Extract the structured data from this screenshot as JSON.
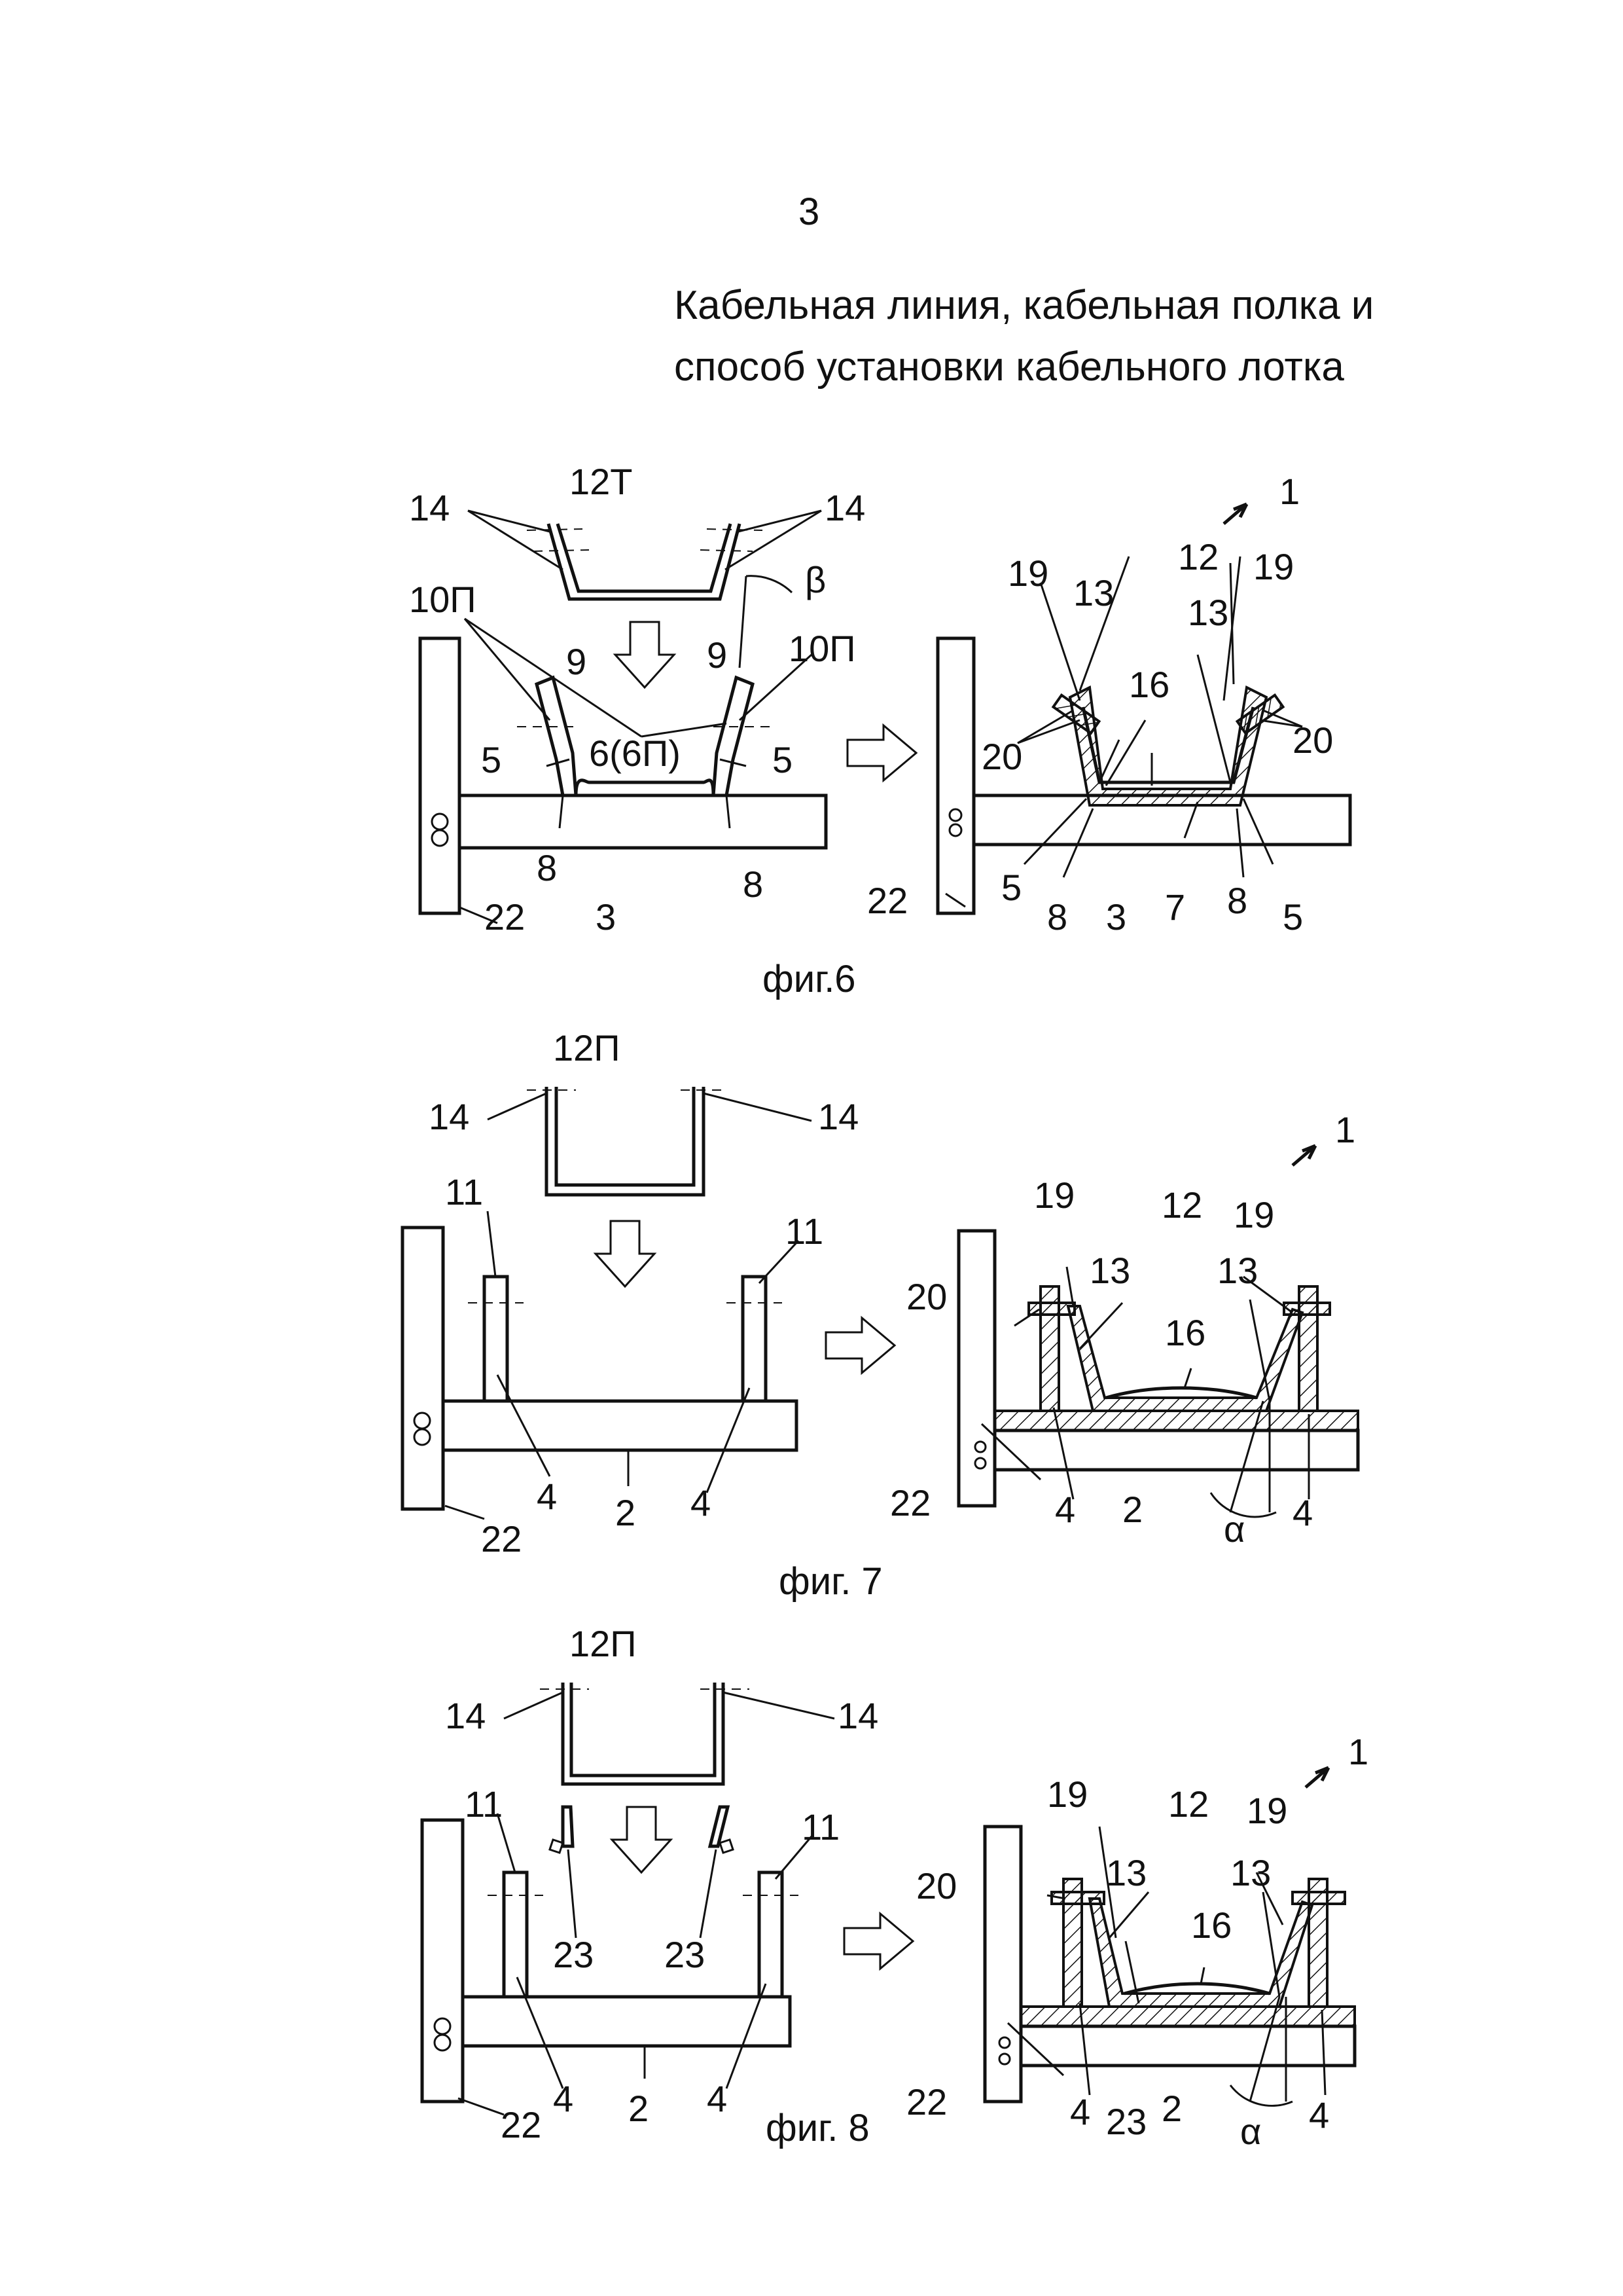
{
  "page": {
    "number": "3",
    "title_line1": "Кабельная линия, кабельная полка и",
    "title_line2": "способ установки кабельного лотка"
  },
  "fig6": {
    "caption": "фиг.6",
    "left_labels": {
      "tray": "12Т",
      "l14a": "14",
      "l14b": "14",
      "l10a": "10П",
      "l10b": "10П",
      "beta": "β",
      "l9a": "9",
      "l9b": "9",
      "l6": "6(6П)",
      "l5a": "5",
      "l5b": "5",
      "l8a": "8",
      "l8b": "8",
      "l22": "22",
      "l3": "3"
    },
    "right_labels": {
      "l1": "1",
      "l12": "12",
      "l19a": "19",
      "l19b": "19",
      "l13a": "13",
      "l13b": "13",
      "l16": "16",
      "l20a": "20",
      "l20b": "20",
      "l22": "22",
      "l5a": "5",
      "l8a": "8",
      "l3": "3",
      "l7": "7",
      "l8b": "8",
      "l5b": "5"
    }
  },
  "fig7": {
    "caption": "фиг. 7",
    "left_labels": {
      "tray": "12П",
      "l14a": "14",
      "l14b": "14",
      "l11a": "11",
      "l11b": "11",
      "l4a": "4",
      "l4b": "4",
      "l2": "2",
      "l22": "22"
    },
    "right_labels": {
      "l1": "1",
      "l19a": "19",
      "l12": "12",
      "l19b": "19",
      "l20": "20",
      "l13a": "13",
      "l13b": "13",
      "l16": "16",
      "l22": "22",
      "l4a": "4",
      "l2": "2",
      "alpha": "α",
      "l4b": "4"
    }
  },
  "fig8": {
    "caption": "фиг. 8",
    "left_labels": {
      "tray": "12П",
      "l14a": "14",
      "l14b": "14",
      "l11a": "11",
      "l11b": "11",
      "l23a": "23",
      "l23b": "23",
      "l4a": "4",
      "l4b": "4",
      "l2": "2",
      "l22": "22"
    },
    "right_labels": {
      "l1": "1",
      "l19a": "19",
      "l12": "12",
      "l19b": "19",
      "l13a": "13",
      "l13b": "13",
      "l20": "20",
      "l16": "16",
      "l22": "22",
      "l4a": "4",
      "l23": "23",
      "l2": "2",
      "alpha": "α",
      "l4b": "4"
    }
  }
}
